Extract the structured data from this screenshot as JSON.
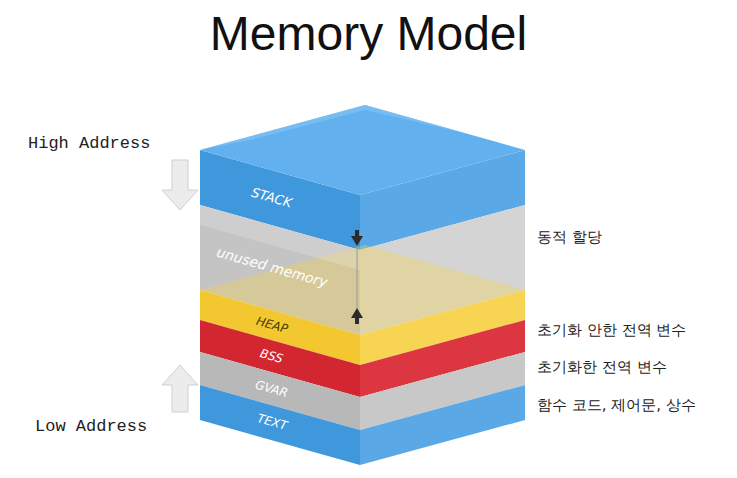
{
  "diagram": {
    "title": "Memory Model",
    "nodes": [
      {
        "text": [
          "STACK"
        ]
      },
      {
        "text": [
          "unused memory"
        ]
      },
      {
        "text": [
          "HEAP"
        ]
      },
      {
        "text": [
          "BSS"
        ]
      },
      {
        "text": [
          "GVAR"
        ]
      },
      {
        "text": [
          "TEXT"
        ]
      }
    ],
    "labels": [
      "High Address",
      "Low Address",
      "동적 할당",
      "초기화 안한 전역 변수",
      "초기화한 전역 변수",
      "함수 코드, 제어문, 상수"
    ]
  }
}
